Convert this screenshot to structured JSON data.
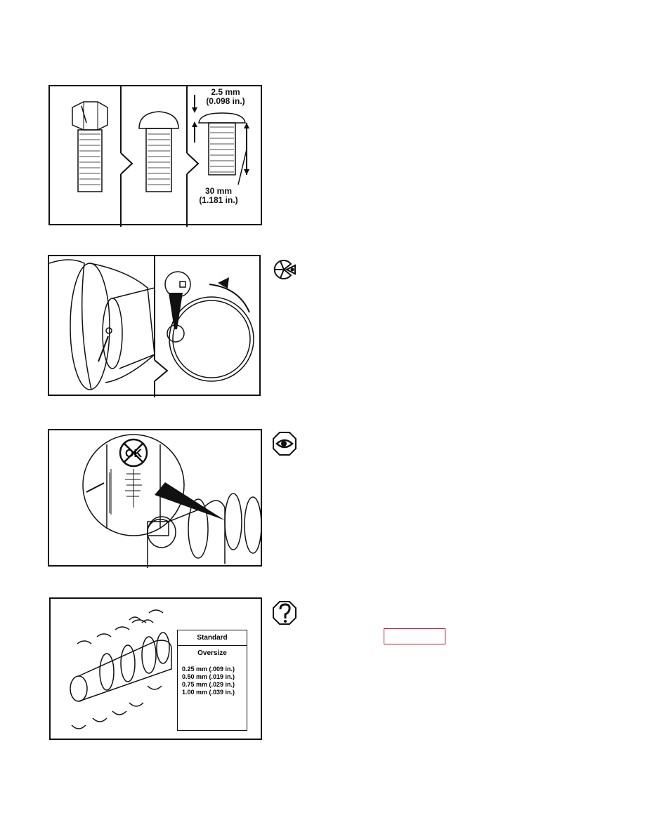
{
  "figure1": {
    "head_height": "2.5 mm",
    "head_height_in": "(0.098 in.)",
    "shank_length": "30 mm",
    "shank_length_in": "(1.181 in.)"
  },
  "figure4": {
    "table": {
      "header": "Standard",
      "subheader": "Oversize",
      "rows": [
        "0.25 mm (.009 in.)",
        "0.50 mm (.019 in.)",
        "0.75 mm (.029 in.)",
        "1.00 mm (.039 in.)"
      ]
    }
  },
  "icons": [
    "inspect-measure-icon",
    "visual-inspect-icon",
    "replace-select-icon"
  ],
  "colors": {
    "ink": "#111111",
    "highlight_box": "#c8102e"
  }
}
